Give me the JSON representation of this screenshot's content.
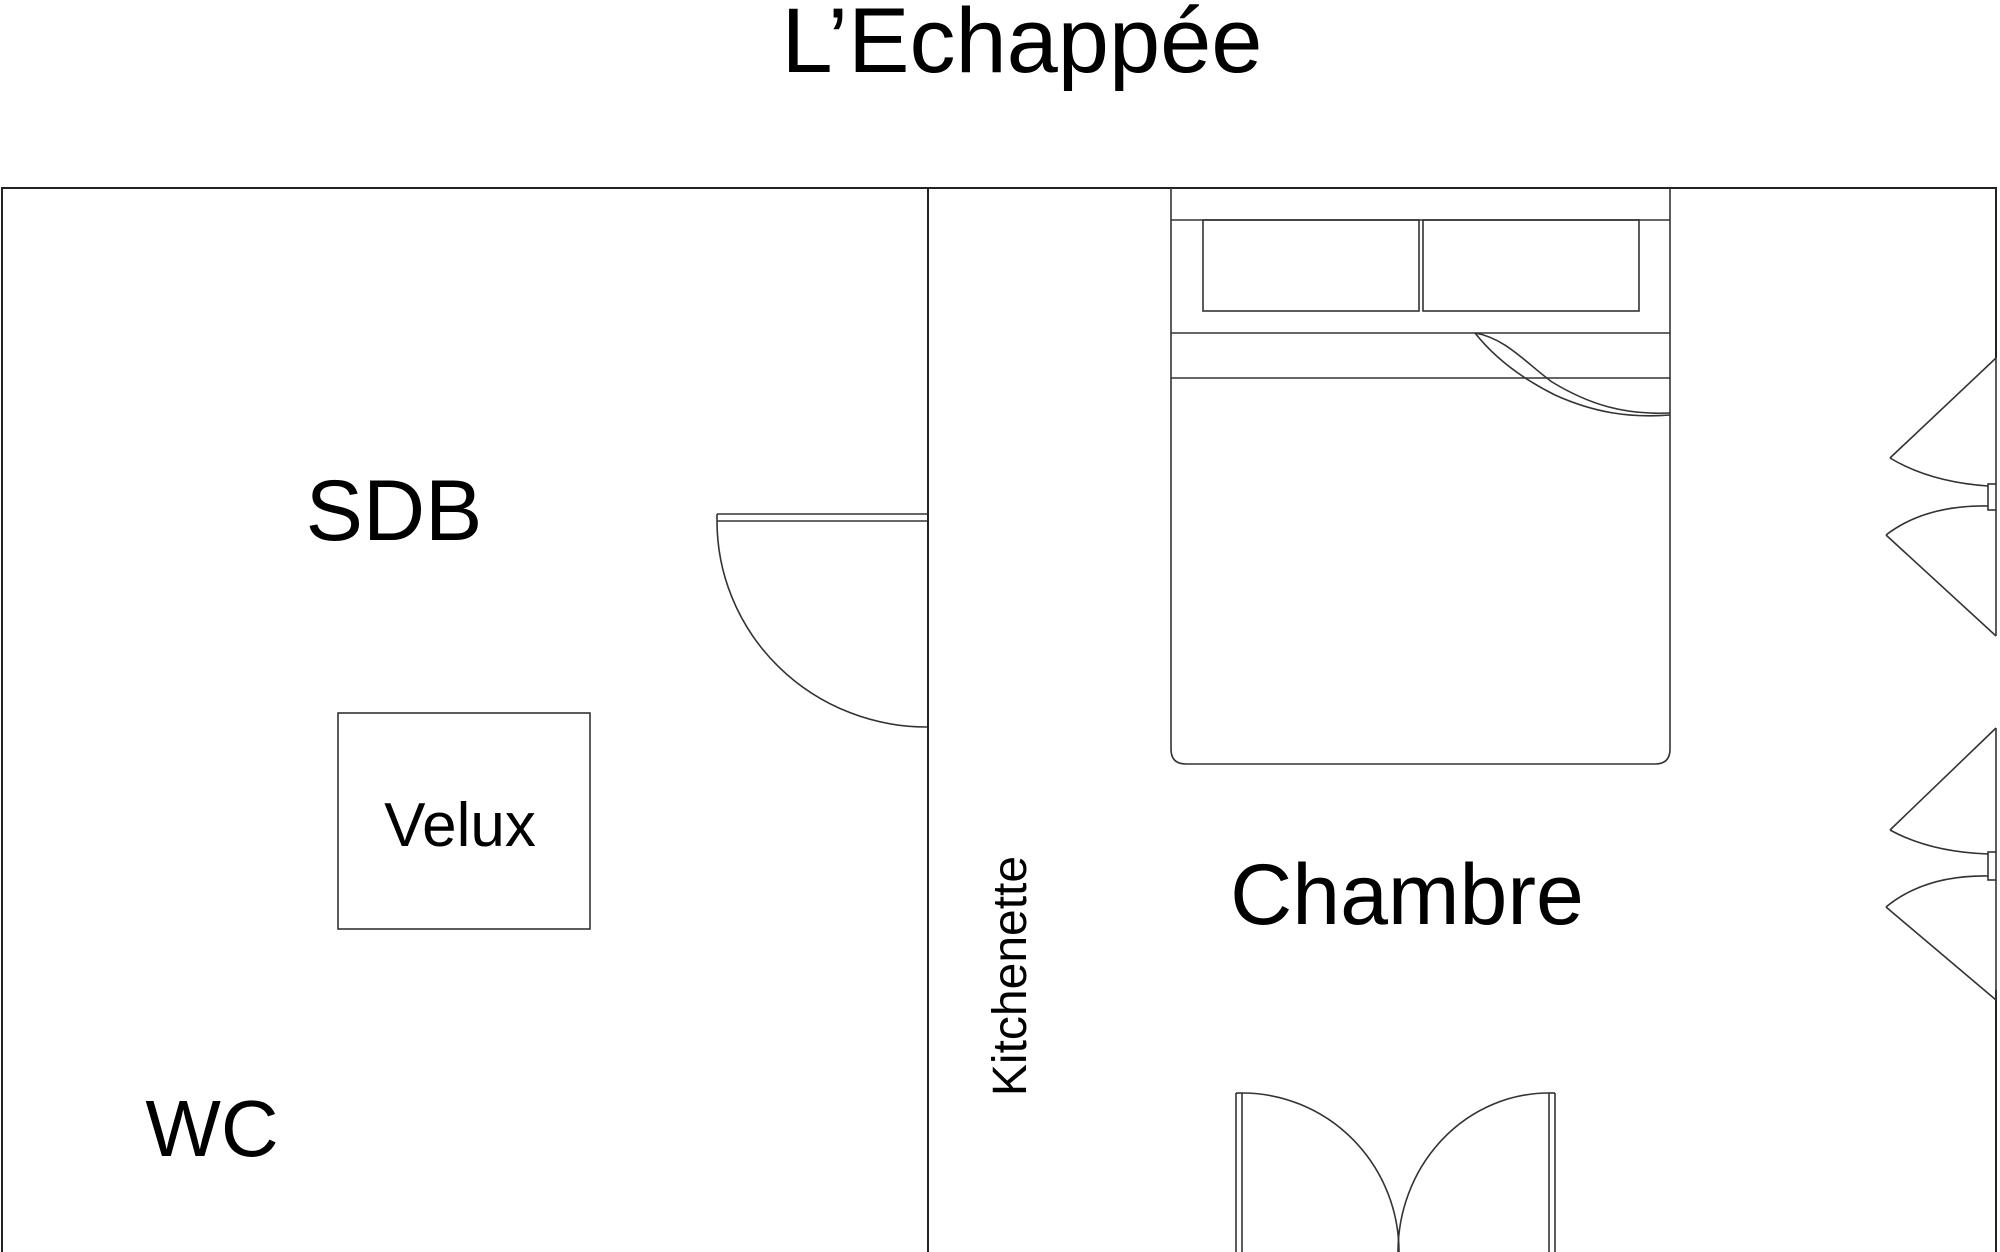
{
  "title": "L’Echappée",
  "rooms": {
    "sdb": "SDB",
    "velux": "Velux",
    "wc": "WC",
    "kitchenette": "Kitchenette",
    "chambre": "Chambre"
  },
  "colors": {
    "line": "#222222",
    "text": "#000000",
    "background": "#ffffff"
  }
}
